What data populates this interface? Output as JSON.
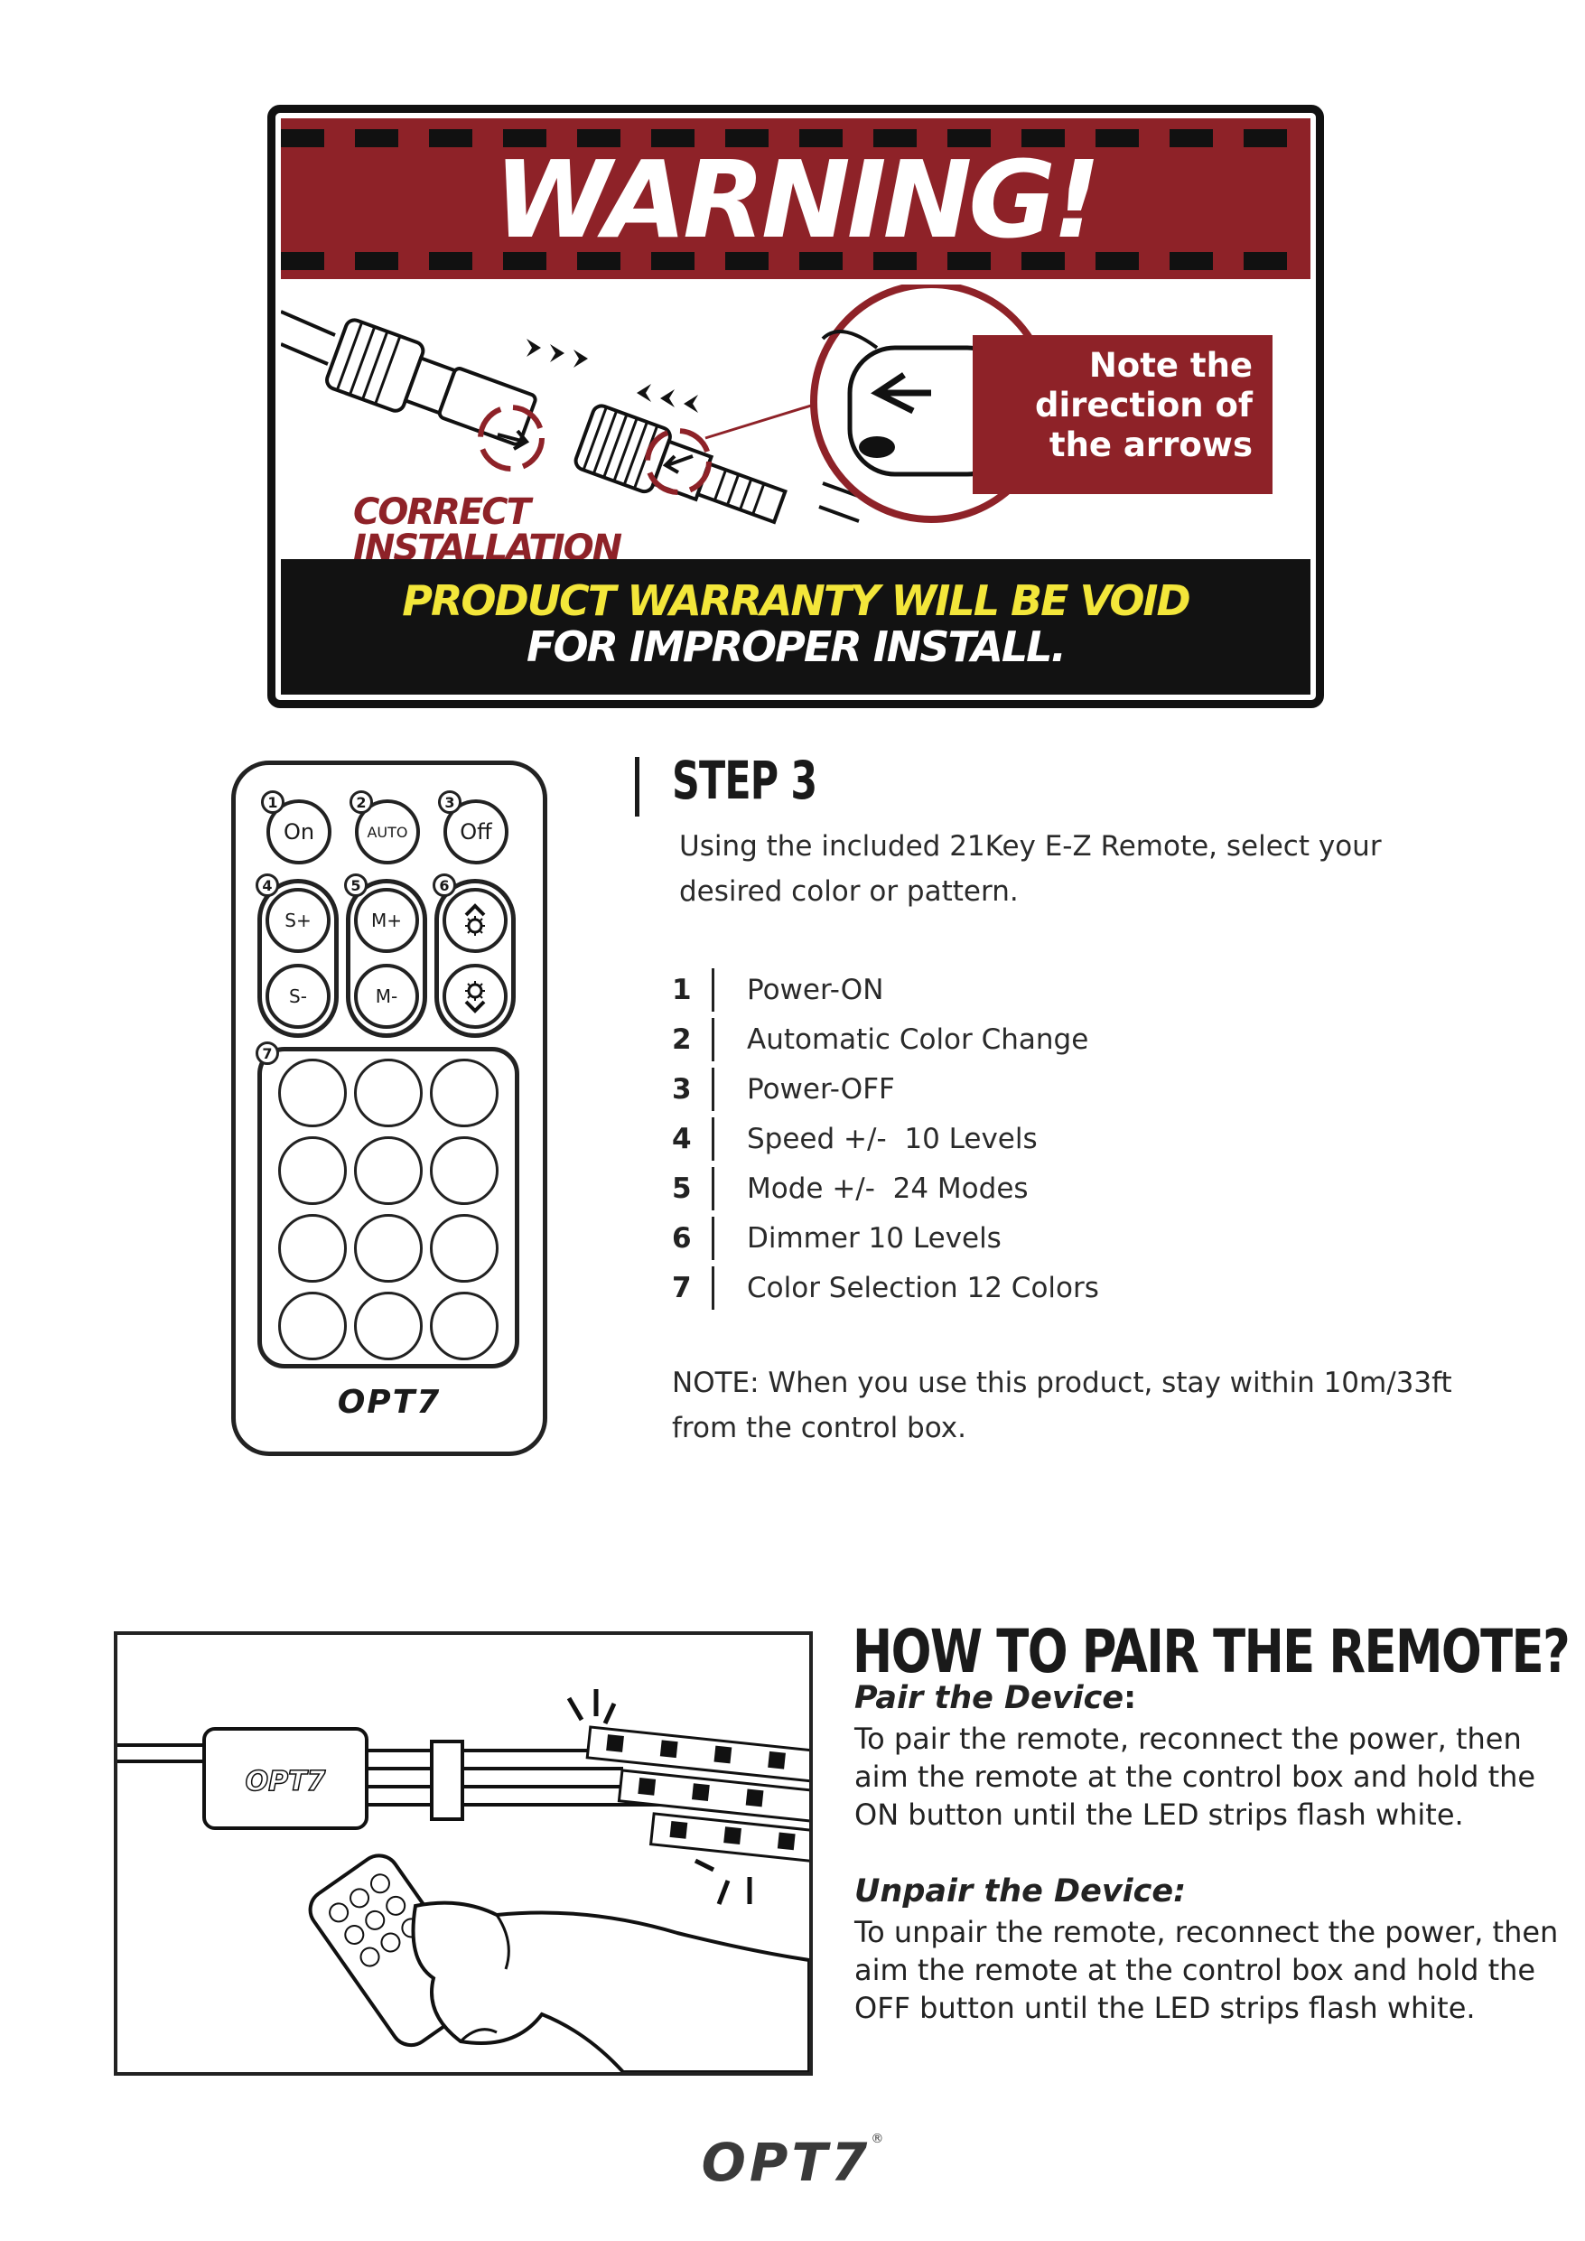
{
  "warning": {
    "title": "WARNING!",
    "note": "Note the direction of the arrows",
    "note_lines": [
      "Note the",
      "direction of",
      "the arrows"
    ],
    "correct_lines": [
      "CORRECT",
      "INSTALLATION"
    ],
    "footer_line1": "PRODUCT WARRANTY WILL BE VOID",
    "footer_line2": "FOR IMPROPER INSTALL."
  },
  "remote": {
    "buttons": {
      "on": "On",
      "auto": "AUTO",
      "off": "Off",
      "speed_up": "S+",
      "speed_down": "S-",
      "mode_up": "M+",
      "mode_down": "M-"
    },
    "numbers": [
      "1",
      "2",
      "3",
      "4",
      "5",
      "6",
      "7"
    ],
    "logo": "OPT7",
    "color_buttons": [
      "#ffffff",
      "#ffffff",
      "#ffffff",
      "#ffffff",
      "#ffffff",
      "#ffffff",
      "#ffffff",
      "#ffffff",
      "#ffffff",
      "#ffffff",
      "#ffffff",
      "#ffffff"
    ]
  },
  "step3": {
    "title": "STEP 3",
    "description": "Using the included 21Key E-Z Remote, select your desired color or pattern.",
    "items": [
      {
        "num": "1",
        "label": "Power-ON"
      },
      {
        "num": "2",
        "label": "Automatic Color Change"
      },
      {
        "num": "3",
        "label": "Power-OFF"
      },
      {
        "num": "4",
        "label": "Speed +/-  10 Levels"
      },
      {
        "num": "5",
        "label": "Mode +/-  24 Modes"
      },
      {
        "num": "6",
        "label": "Dimmer 10 Levels"
      },
      {
        "num": "7",
        "label": "Color Selection 12 Colors"
      }
    ],
    "note": "NOTE: When you use this product, stay within 10m/33ft from the control box."
  },
  "pair": {
    "title": "HOW TO PAIR THE REMOTE?",
    "pair_heading": "Pair the Device",
    "pair_colon": ":",
    "pair_text": "To pair the remote, reconnect the power, then aim the remote at the control box and hold the ON button until the LED strips flash white.",
    "unpair_heading": "Unpair the Device:",
    "unpair_text": "To unpair the remote, reconnect the power, then aim the remote at the control box and hold the OFF button until the LED strips flash white.",
    "box_logo": "OPT7"
  },
  "footer": {
    "logo": "OPT7",
    "registered": "®"
  },
  "colors": {
    "brand_red": "#8e2228",
    "warning_yellow": "#f3e63a",
    "ink": "#1a1a1a"
  }
}
